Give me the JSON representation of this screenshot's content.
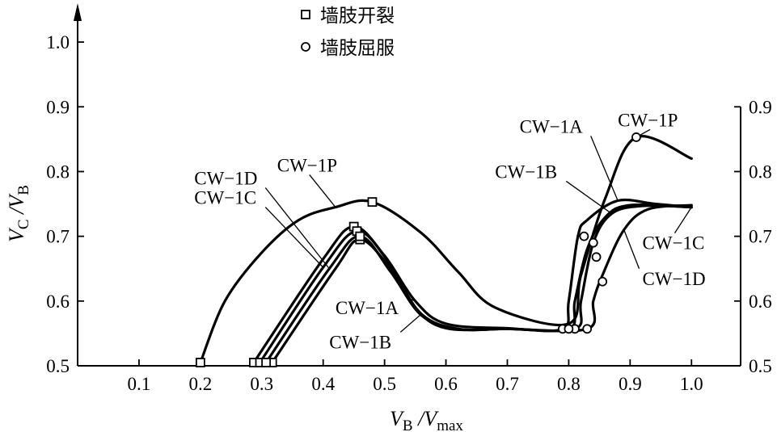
{
  "chart_data": {
    "type": "line",
    "xlabel": {
      "main": "V",
      "main_sub": "B",
      "sep": " /",
      "denom": "V",
      "denom_sub": "max"
    },
    "ylabel": {
      "main": "V",
      "main_sub": "C",
      "sep": " /",
      "denom": "V",
      "denom_sub": "B"
    },
    "xlim": [
      0,
      1.08
    ],
    "ylim": [
      0.5,
      1.05
    ],
    "x_ticks": [
      0.1,
      0.2,
      0.3,
      0.4,
      0.5,
      0.6,
      0.7,
      0.8,
      0.9,
      1.0
    ],
    "x_tick_labels": [
      "0.1",
      "0.2",
      "0.3",
      "0.4",
      "0.5",
      "0.6",
      "0.7",
      "0.8",
      "0.9",
      "1.0"
    ],
    "y_ticks_left": [
      0.5,
      0.6,
      0.7,
      0.8,
      0.9,
      1.0
    ],
    "y_tick_labels_left": [
      "0.5",
      "0.6",
      "0.7",
      "0.8",
      "0.9",
      "1.0"
    ],
    "y_ticks_right": [
      0.5,
      0.6,
      0.7,
      0.8,
      0.9
    ],
    "y_tick_labels_right": [
      "0.5",
      "0.6",
      "0.7",
      "0.8",
      "0.9"
    ],
    "grid": false,
    "legend": {
      "placement": "top-center",
      "entries": [
        {
          "marker": "square",
          "label": "墙肢开裂"
        },
        {
          "marker": "circle",
          "label": "墙肢屈服"
        }
      ]
    },
    "series": [
      {
        "name": "CW−1P",
        "points": [
          [
            0.2,
            0.505
          ],
          [
            0.24,
            0.6
          ],
          [
            0.3,
            0.675
          ],
          [
            0.36,
            0.725
          ],
          [
            0.42,
            0.745
          ],
          [
            0.48,
            0.753
          ],
          [
            0.56,
            0.705
          ],
          [
            0.62,
            0.645
          ],
          [
            0.68,
            0.59
          ],
          [
            0.8,
            0.565
          ],
          [
            0.82,
            0.64
          ],
          [
            0.86,
            0.76
          ],
          [
            0.91,
            0.853
          ],
          [
            1.0,
            0.82
          ]
        ],
        "cracking": [
          [
            0.2,
            0.505
          ],
          [
            0.48,
            0.753
          ]
        ],
        "yielding": [
          [
            0.91,
            0.853
          ]
        ],
        "label_left": {
          "text": "CW−1P",
          "x": 0.325,
          "y": 0.81
        },
        "label_right": {
          "text": "CW−1P",
          "x": 0.88,
          "y": 0.88
        }
      },
      {
        "name": "CW−1A",
        "points": [
          [
            0.287,
            0.505
          ],
          [
            0.4,
            0.665
          ],
          [
            0.45,
            0.715
          ],
          [
            0.5,
            0.67
          ],
          [
            0.55,
            0.6
          ],
          [
            0.6,
            0.565
          ],
          [
            0.7,
            0.558
          ],
          [
            0.79,
            0.557
          ],
          [
            0.8,
            0.6
          ],
          [
            0.815,
            0.7
          ],
          [
            0.83,
            0.725
          ],
          [
            0.88,
            0.755
          ],
          [
            0.94,
            0.75
          ],
          [
            1.0,
            0.745
          ]
        ],
        "cracking": [
          [
            0.287,
            0.505
          ],
          [
            0.45,
            0.715
          ]
        ],
        "yielding": [
          [
            0.79,
            0.557
          ],
          [
            0.825,
            0.7
          ]
        ],
        "label_left": {
          "text": "CW−1A",
          "x": 0.42,
          "y": 0.59
        },
        "label_right": {
          "text": "CW−1A",
          "x": 0.72,
          "y": 0.87
        }
      },
      {
        "name": "CW−1B",
        "points": [
          [
            0.317,
            0.505
          ],
          [
            0.42,
            0.65
          ],
          [
            0.46,
            0.695
          ],
          [
            0.51,
            0.65
          ],
          [
            0.56,
            0.58
          ],
          [
            0.62,
            0.557
          ],
          [
            0.7,
            0.557
          ],
          [
            0.81,
            0.557
          ],
          [
            0.82,
            0.6
          ],
          [
            0.84,
            0.69
          ],
          [
            0.87,
            0.735
          ],
          [
            0.92,
            0.747
          ],
          [
            1.0,
            0.745
          ]
        ],
        "cracking": [
          [
            0.317,
            0.505
          ],
          [
            0.46,
            0.695
          ]
        ],
        "yielding": [
          [
            0.81,
            0.557
          ],
          [
            0.84,
            0.69
          ]
        ],
        "label_left": {
          "text": "CW−1B",
          "x": 0.41,
          "y": 0.537
        },
        "label_right": {
          "text": "CW−1B",
          "x": 0.68,
          "y": 0.8
        }
      },
      {
        "name": "CW−1C",
        "points": [
          [
            0.297,
            0.505
          ],
          [
            0.4,
            0.652
          ],
          [
            0.455,
            0.708
          ],
          [
            0.505,
            0.662
          ],
          [
            0.55,
            0.59
          ],
          [
            0.6,
            0.558
          ],
          [
            0.7,
            0.557
          ],
          [
            0.8,
            0.557
          ],
          [
            0.81,
            0.6
          ],
          [
            0.83,
            0.68
          ],
          [
            0.86,
            0.73
          ],
          [
            0.9,
            0.748
          ],
          [
            1.0,
            0.745
          ]
        ],
        "cracking": [
          [
            0.297,
            0.505
          ],
          [
            0.455,
            0.708
          ]
        ],
        "yielding": [
          [
            0.8,
            0.557
          ],
          [
            0.845,
            0.668
          ]
        ],
        "label_left": {
          "text": "CW−1C",
          "x": 0.19,
          "y": 0.76
        },
        "label_right": {
          "text": "CW−1C",
          "x": 0.92,
          "y": 0.69
        }
      },
      {
        "name": "CW−1D",
        "points": [
          [
            0.307,
            0.505
          ],
          [
            0.41,
            0.65
          ],
          [
            0.46,
            0.7
          ],
          [
            0.51,
            0.645
          ],
          [
            0.56,
            0.578
          ],
          [
            0.62,
            0.557
          ],
          [
            0.7,
            0.557
          ],
          [
            0.83,
            0.557
          ],
          [
            0.84,
            0.6
          ],
          [
            0.855,
            0.64
          ],
          [
            0.89,
            0.71
          ],
          [
            0.93,
            0.742
          ],
          [
            1.0,
            0.748
          ]
        ],
        "cracking": [
          [
            0.307,
            0.505
          ],
          [
            0.46,
            0.7
          ]
        ],
        "yielding": [
          [
            0.83,
            0.557
          ],
          [
            0.855,
            0.63
          ]
        ],
        "label_left": {
          "text": "CW−1D",
          "x": 0.19,
          "y": 0.79
        },
        "label_right": {
          "text": "CW−1D",
          "x": 0.92,
          "y": 0.635
        }
      }
    ]
  }
}
